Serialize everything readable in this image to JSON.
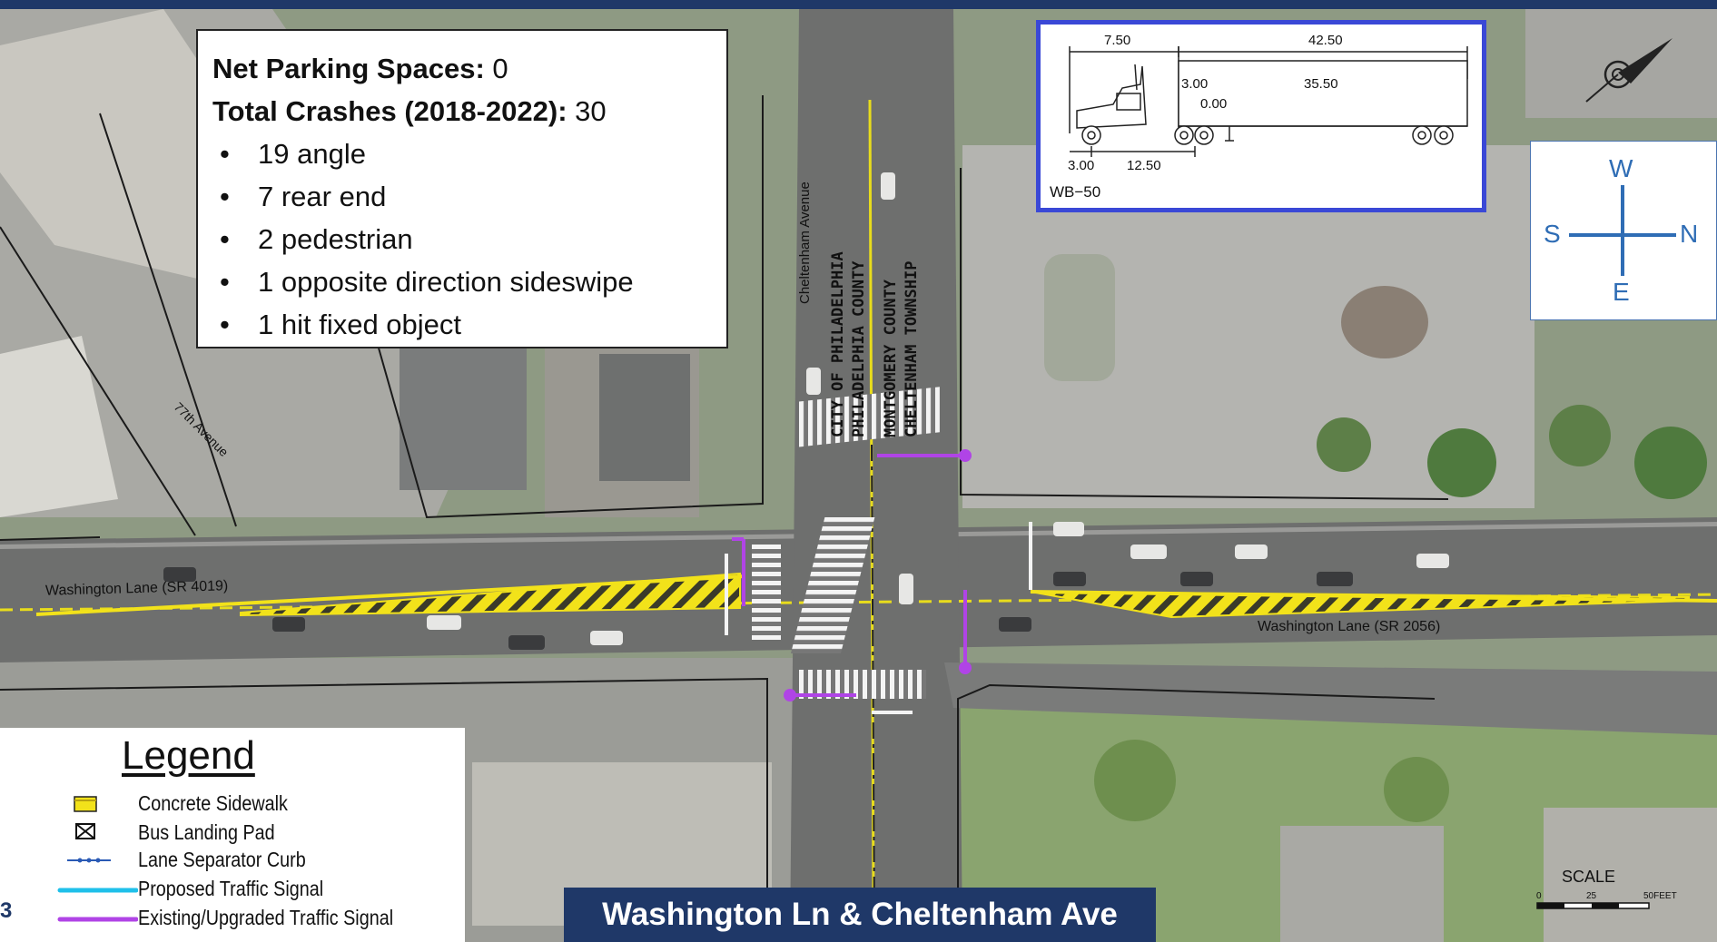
{
  "info": {
    "net_parking_label": "Net Parking Spaces:",
    "net_parking_value": "0",
    "crashes_label": "Total Crashes (2018-2022):",
    "crashes_value": "30",
    "crash_types": [
      "19 angle",
      "7 rear end",
      "2 pedestrian",
      "1 opposite direction sideswipe",
      "1 hit fixed object"
    ]
  },
  "streets": {
    "cheltenham": "Cheltenham Avenue",
    "seventy_seventh": "77th Avenue",
    "washington_west": "Washington Lane (SR 4019)",
    "washington_east": "Washington Lane (SR 2056)",
    "boundary_1": "CITY OF PHILADELPHIA",
    "boundary_2": "PHILADELPHIA COUNTY",
    "boundary_3": "MONTGOMERY COUNTY",
    "boundary_4": "CHELTENHAM TOWNSHIP"
  },
  "truck": {
    "name": "WB−50",
    "dim_front": "7.50",
    "dim_total": "42.50",
    "dim_kingpin": "3.00",
    "dim_trailer": "35.50",
    "dim_offset": "0.00",
    "dim_overhang": "3.00",
    "dim_tractor": "12.50"
  },
  "compass": {
    "west": "W",
    "south": "S",
    "north": "N",
    "east": "E"
  },
  "legend": {
    "title": "Legend",
    "items": [
      "Concrete Sidewalk",
      "Bus Landing Pad",
      "Lane Separator Curb",
      "Proposed Traffic Signal",
      "Existing/Upgraded Traffic Signal"
    ]
  },
  "scale": {
    "title": "SCALE",
    "zero": "0",
    "mid": "25",
    "end": "50FEET"
  },
  "caption": "Washington Ln & Cheltenham Ave",
  "page_number": "3",
  "colors": {
    "header_navy": "#1f3868",
    "hatch_yellow": "#f2e21a",
    "signal_purple": "#b044e6",
    "truck_border": "#3a48d6",
    "compass_blue": "#2f6db5"
  }
}
